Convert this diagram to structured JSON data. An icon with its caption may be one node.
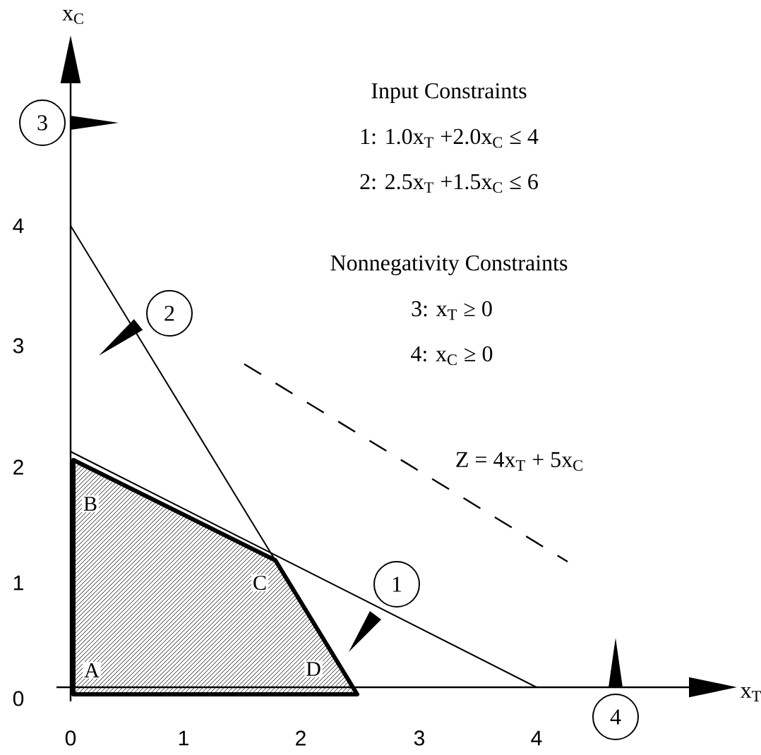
{
  "diagram": {
    "nodes": [
      {
        "text": [
          "3"
        ]
      },
      {
        "text": [
          "2"
        ]
      },
      {
        "text": [
          "1"
        ]
      },
      {
        "text": [
          "4"
        ]
      }
    ],
    "labels": [
      "x$_{C}$",
      "Input Constraints",
      "1:  1.0x$_{T}$ +2.0x$_{C}$ ≤ 4",
      "2:  2.5x$_{T}$ +1.5x$_{C}$ ≤ 6",
      "4",
      "Nonnegativity Constraints",
      "3:  x$_{T}$ ≥ 0",
      "3",
      "4:  x$_{C}$ ≥ 0",
      "2",
      "Z = 4x$_{T}$ + 5x$_{C}$",
      "B",
      "1",
      "C",
      "A",
      "D",
      "0",
      "x$_{T}$",
      "0",
      "1",
      "2",
      "3",
      "4"
    ]
  }
}
